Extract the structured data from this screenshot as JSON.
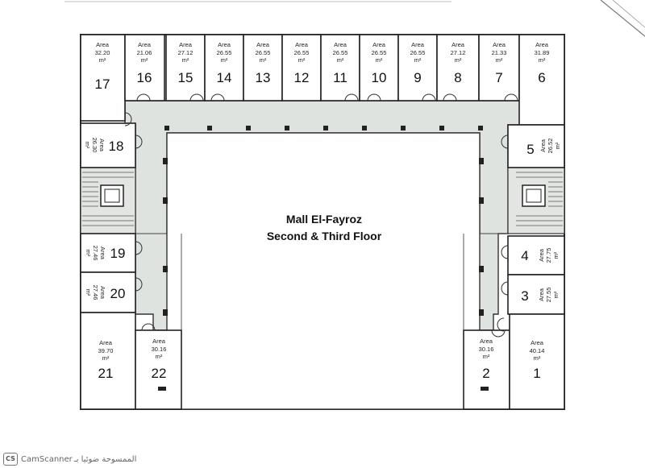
{
  "title_line1": "Mall El-Fayroz",
  "title_line2": "Second & Third Floor",
  "area_word": "Area",
  "unit_word": "m²",
  "units": [
    {
      "num": "17",
      "area": "32.20"
    },
    {
      "num": "16",
      "area": "21.06"
    },
    {
      "num": "15",
      "area": "27.12"
    },
    {
      "num": "14",
      "area": "26.55"
    },
    {
      "num": "13",
      "area": "26.55"
    },
    {
      "num": "12",
      "area": "26.55"
    },
    {
      "num": "11",
      "area": "26.55"
    },
    {
      "num": "10",
      "area": "26.55"
    },
    {
      "num": "9",
      "area": "26.55"
    },
    {
      "num": "8",
      "area": "27.12"
    },
    {
      "num": "7",
      "area": "21.33"
    },
    {
      "num": "6",
      "area": "31.89"
    },
    {
      "num": "18",
      "area": "26.30"
    },
    {
      "num": "5",
      "area": "26.52"
    },
    {
      "num": "19",
      "area": "27.46"
    },
    {
      "num": "4",
      "area": "27.75"
    },
    {
      "num": "20",
      "area": "27.46"
    },
    {
      "num": "3",
      "area": "27.55"
    },
    {
      "num": "21",
      "area": "39.70"
    },
    {
      "num": "22",
      "area": "30.16"
    },
    {
      "num": "2",
      "area": "30.16"
    },
    {
      "num": "1",
      "area": "40.14"
    }
  ],
  "footer": {
    "logo": "CS",
    "app_name": "CamScanner",
    "arabic_text": "الممسوحة ضوئيا بـ"
  }
}
